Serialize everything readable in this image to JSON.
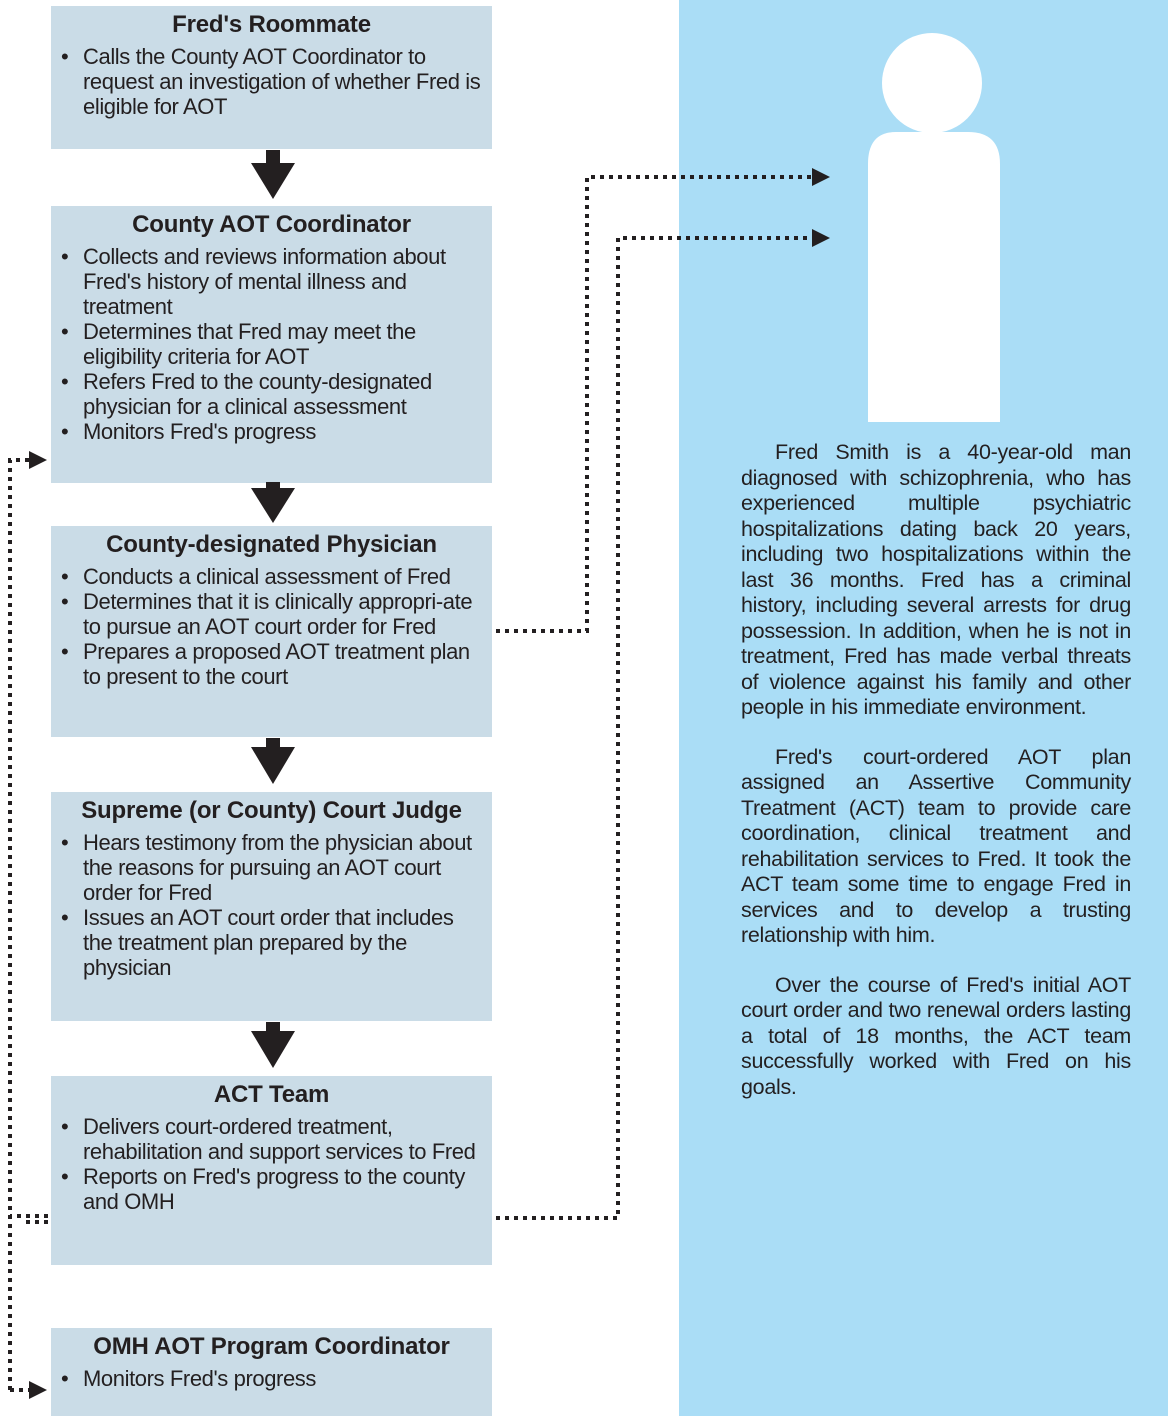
{
  "boxes": [
    {
      "title": "Fred's Roommate",
      "items": [
        "Calls the County AOT Coordinator to request an investigation of whether Fred is eligible for AOT"
      ]
    },
    {
      "title": "County  AOT Coordinator",
      "items": [
        "Collects and reviews information about Fred's history of mental illness and treatment",
        "Determines that Fred may meet the eligibility criteria for AOT",
        "Refers Fred to the county-designated physician for a clinical assessment",
        "Monitors Fred's progress"
      ]
    },
    {
      "title": "County-designated Physician",
      "items": [
        "Conducts a clinical assessment of Fred",
        "Determines that it is clinically appropri-ate to pursue an AOT court order for Fred",
        "Prepares a proposed AOT treatment plan to present to the court"
      ]
    },
    {
      "title": "Supreme (or County) Court Judge",
      "items": [
        "Hears testimony from the physician about the reasons for pursuing an AOT court order for Fred",
        "Issues an AOT court order that includes the treatment plan prepared by the physician"
      ]
    },
    {
      "title": "ACT Team",
      "items": [
        "Delivers court-ordered treatment, rehabilitation and support services to Fred",
        "Reports on Fred's progress to the county and OMH"
      ]
    },
    {
      "title": "OMH AOT Program Coordinator",
      "items": [
        "Monitors Fred's progress"
      ]
    }
  ],
  "story": {
    "paragraphs": [
      "Fred Smith is a 40-year-old man diagnosed with schizophrenia, who has experienced multiple psychiatric hospitalizations dating back 20 years, including two hospitalizations within the last 36 months. Fred has a criminal history, including several arrests for drug possession. In addition, when he is not in treatment, Fred has made verbal threats of violence against his family and other people in his immediate environment.",
      "Fred's court-ordered AOT plan assigned an Assertive Community Treatment (ACT) team to provide care coordination, clinical treatment and rehabilitation services to Fred.  It took the ACT team some time to engage Fred in services and to develop a trusting relationship with him.",
      "Over the course of Fred's initial AOT court order and two renewal orders lasting a total of 18 months, the ACT team successfully worked with Fred on his goals."
    ]
  },
  "colors": {
    "box_fill": "#cadce7",
    "panel_fill": "#aaddf6",
    "arrow": "#231f20",
    "person": "#ffffff"
  },
  "icons": [
    "down-arrow-icon",
    "person-icon",
    "dotted-connector"
  ]
}
